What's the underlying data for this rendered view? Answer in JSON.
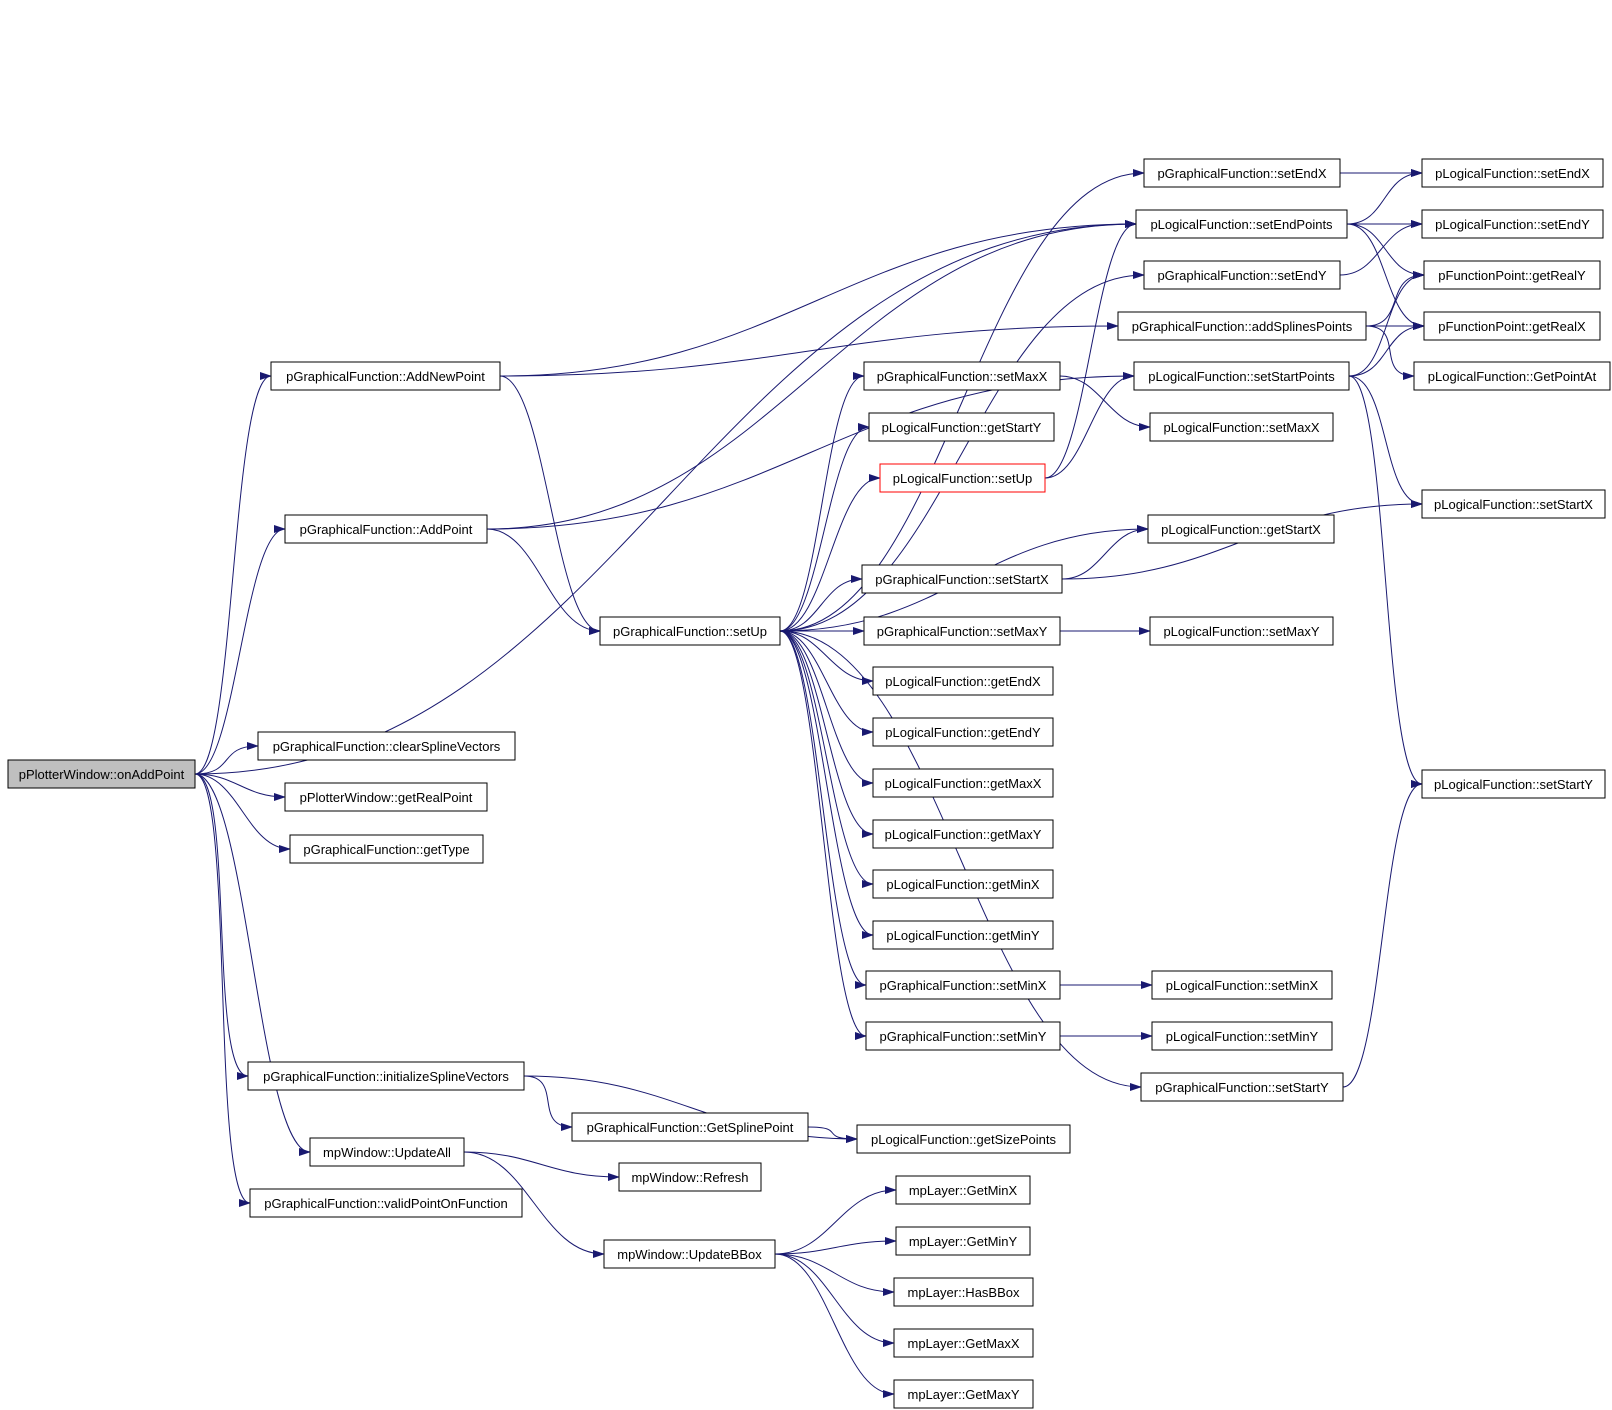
{
  "colors": {
    "edge": "#191970",
    "node_border": "#000000",
    "root_fill": "#bfbfbf",
    "highlight_border": "#ff0000",
    "node_fill": "#ffffff"
  },
  "nodes": {
    "root": "pPlotterWindow::onAddPoint",
    "gf_addnewpoint": "pGraphicalFunction::AddNewPoint",
    "gf_addpoint": "pGraphicalFunction::AddPoint",
    "gf_clearsplinevectors": "pGraphicalFunction::clearSplineVectors",
    "pw_getrealpoint": "pPlotterWindow::getRealPoint",
    "gf_gettype": "pGraphicalFunction::getType",
    "gf_initializesplinevectors": "pGraphicalFunction::initializeSplineVectors",
    "mw_updateall": "mpWindow::UpdateAll",
    "gf_validpointonfunction": "pGraphicalFunction::validPointOnFunction",
    "gf_setup": "pGraphicalFunction::setUp",
    "gf_getsplinepoint": "pGraphicalFunction::GetSplinePoint",
    "mw_refresh": "mpWindow::Refresh",
    "mw_updatebbox": "mpWindow::UpdateBBox",
    "gf_setmaxx": "pGraphicalFunction::setMaxX",
    "lf_getstarty": "pLogicalFunction::getStartY",
    "lf_setup": "pLogicalFunction::setUp",
    "gf_setstartx": "pGraphicalFunction::setStartX",
    "gf_setmaxy": "pGraphicalFunction::setMaxY",
    "lf_getendx": "pLogicalFunction::getEndX",
    "lf_getendy": "pLogicalFunction::getEndY",
    "lf_getmaxx": "pLogicalFunction::getMaxX",
    "lf_getmaxy": "pLogicalFunction::getMaxY",
    "lf_getminx": "pLogicalFunction::getMinX",
    "lf_getminy": "pLogicalFunction::getMinY",
    "gf_setminx": "pGraphicalFunction::setMinX",
    "gf_setminy": "pGraphicalFunction::setMinY",
    "lf_getsizepoints": "pLogicalFunction::getSizePoints",
    "ml_getminx": "mpLayer::GetMinX",
    "ml_getminy": "mpLayer::GetMinY",
    "ml_hasbbox": "mpLayer::HasBBox",
    "ml_getmaxx": "mpLayer::GetMaxX",
    "ml_getmaxy": "mpLayer::GetMaxY",
    "gf_setendx": "pGraphicalFunction::setEndX",
    "lf_setendpoints": "pLogicalFunction::setEndPoints",
    "gf_setendy": "pGraphicalFunction::setEndY",
    "gf_addsplinespoints": "pGraphicalFunction::addSplinesPoints",
    "lf_setstartpoints": "pLogicalFunction::setStartPoints",
    "lf_setmaxx": "pLogicalFunction::setMaxX",
    "lf_getstartx": "pLogicalFunction::getStartX",
    "lf_setmaxy": "pLogicalFunction::setMaxY",
    "lf_setminx": "pLogicalFunction::setMinX",
    "lf_setminy": "pLogicalFunction::setMinY",
    "gf_setstarty": "pGraphicalFunction::setStartY",
    "lf_setendx": "pLogicalFunction::setEndX",
    "lf_setendy": "pLogicalFunction::setEndY",
    "fp_getrealy": "pFunctionPoint::getRealY",
    "fp_getrealx": "pFunctionPoint::getRealX",
    "lf_getpointat": "pLogicalFunction::GetPointAt",
    "lf_setstartx": "pLogicalFunction::setStartX",
    "lf_setstarty": "pLogicalFunction::setStartY"
  }
}
